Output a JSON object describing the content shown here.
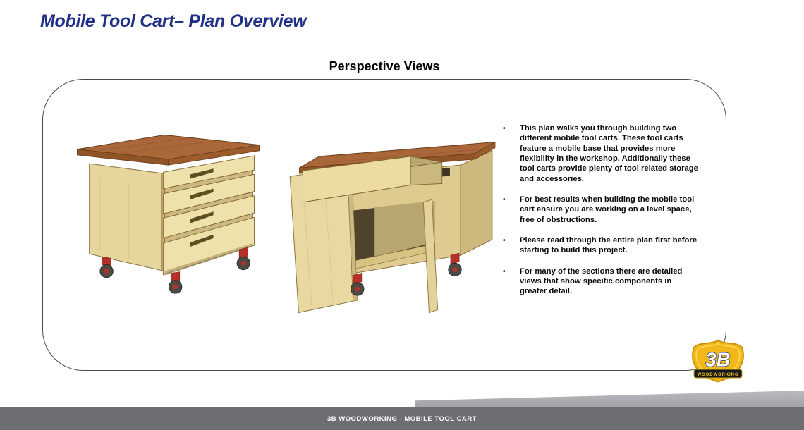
{
  "page": {
    "title": "Mobile Tool Cart– Plan Overview",
    "section_heading": "Perspective Views",
    "bullet_glyph": "•"
  },
  "bullets": [
    "This plan walks you through building two different mobile tool carts.  These tool carts feature a mobile base that provides more flexibility in the workshop.  Additionally these tool carts provide plenty of tool related storage and accessories.",
    "For best results when building the mobile tool cart ensure you are working on  a level space, free of obstructions.",
    "Please read through the entire plan first before starting to build this project.",
    "For many of the sections there are detailed views that show specific components in greater detail."
  ],
  "illustrations": {
    "left": "mobile tool cart with four closed drawers on casters",
    "right": "mobile tool cart with open top drawer and open door on casters"
  },
  "logo": {
    "text": "3B",
    "subtext": "WOODWORKING"
  },
  "footer": {
    "text": "3B WOODWORKING - MOBILE TOOL CART"
  },
  "colors": {
    "title_blue": "#203087",
    "wood_top": "#a9673a",
    "plywood": "#e6d59d",
    "caster_red": "#b53228",
    "logo_gold": "#f2b718",
    "footer_gray": "#6d6e71"
  }
}
